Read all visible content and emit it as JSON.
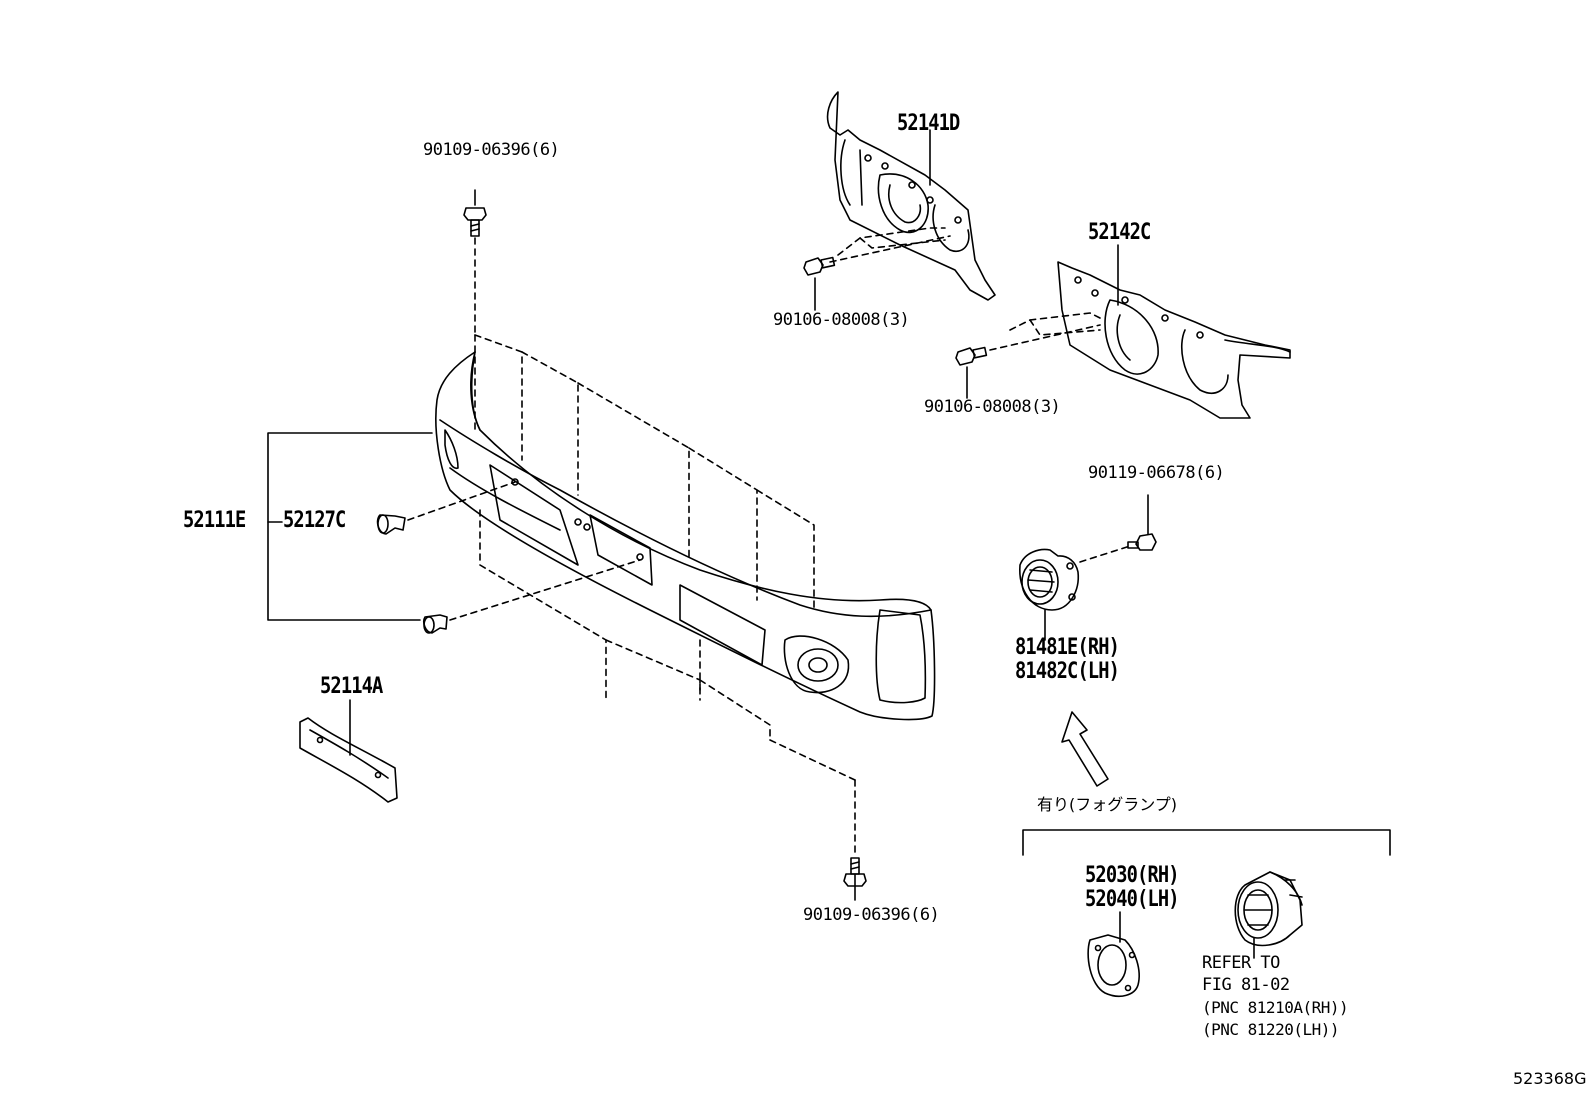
{
  "diagram": {
    "code": "523368G",
    "labels": {
      "bolt_top": "90109-06396(6)",
      "bolt_bottom": "90109-06396(6)",
      "bracket_left": "52141D",
      "bracket_right": "52142C",
      "bolt_bracket_left": "90106-08008(3)",
      "bolt_bracket_right": "90106-08008(3)",
      "bumper": "52111E",
      "retainer": "52127C",
      "plate_bracket": "52114A",
      "screw_fog": "90119-06678(6)",
      "fog_cover_rh": "81481E(RH)",
      "fog_cover_lh": "81482C(LH)",
      "fog_option": "有り(フォグランプ)",
      "fog_bracket_rh": "52030(RH)",
      "fog_bracket_lh": "52040(LH)",
      "refer_line1": "REFER TO",
      "refer_line2": "FIG 81-02",
      "refer_line3": "(PNC 81210A(RH))",
      "refer_line4": "(PNC 81220(LH))"
    }
  }
}
